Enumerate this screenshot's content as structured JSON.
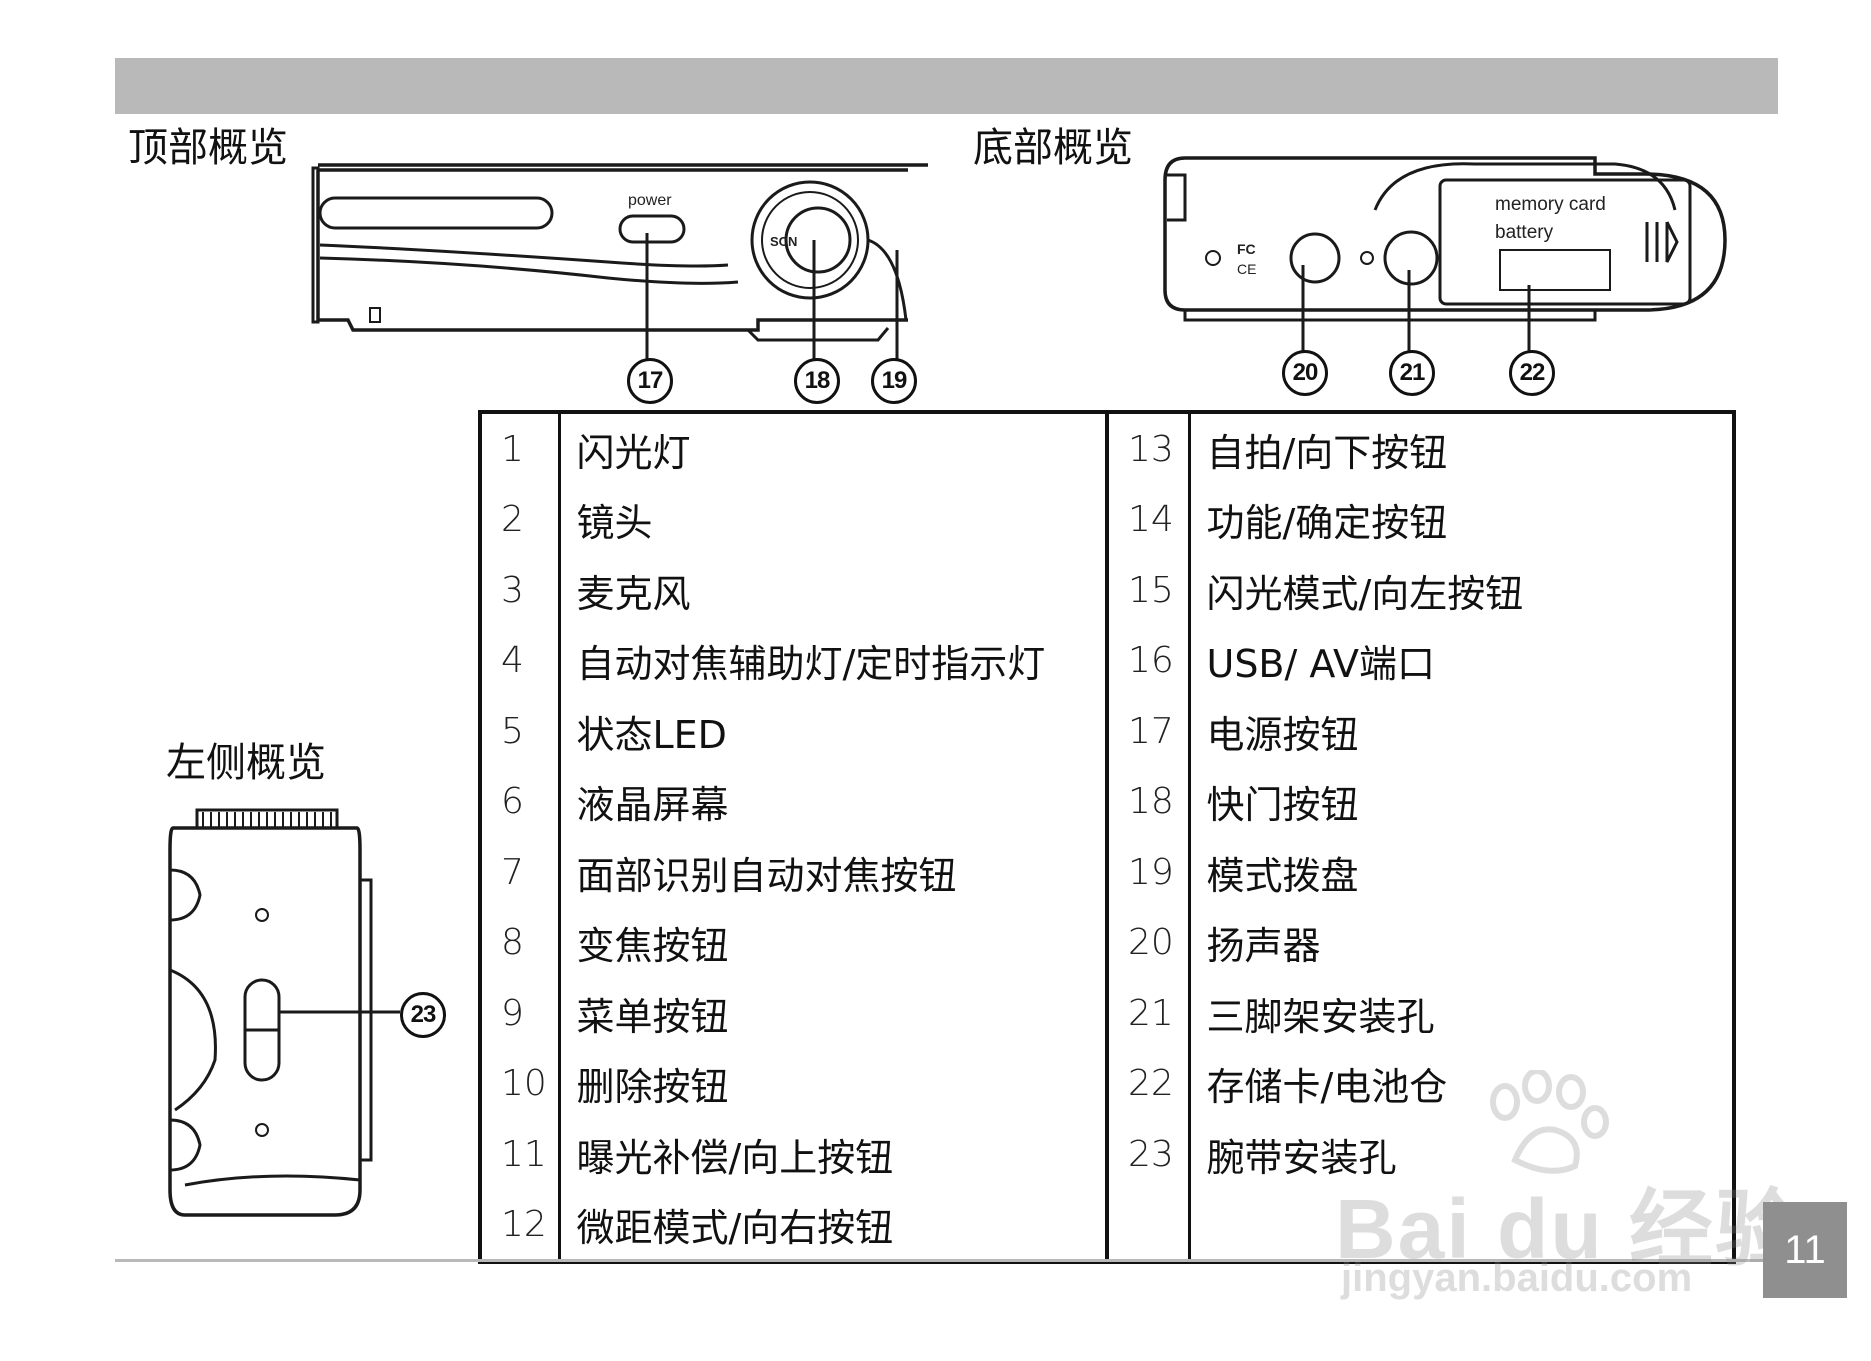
{
  "sections": {
    "top": "顶部概览",
    "bottom": "底部概览",
    "left": "左侧概览"
  },
  "camera_top_labels": {
    "power": "power",
    "scn": "SCN"
  },
  "camera_bottom_labels": {
    "memory_card": "memory card",
    "battery": "battery"
  },
  "callouts": {
    "c17": "17",
    "c18": "18",
    "c19": "19",
    "c20": "20",
    "c21": "21",
    "c22": "22",
    "c23": "23"
  },
  "parts": [
    {
      "num": "1",
      "name": "闪光灯"
    },
    {
      "num": "2",
      "name": "镜头"
    },
    {
      "num": "3",
      "name": "麦克风"
    },
    {
      "num": "4",
      "name": "自动对焦辅助灯/定时指示灯"
    },
    {
      "num": "5",
      "name": "状态LED"
    },
    {
      "num": "6",
      "name": "液晶屏幕"
    },
    {
      "num": "7",
      "name": "面部识别自动对焦按钮"
    },
    {
      "num": "8",
      "name": "变焦按钮"
    },
    {
      "num": "9",
      "name": "菜单按钮"
    },
    {
      "num": "10",
      "name": "删除按钮"
    },
    {
      "num": "11",
      "name": "曝光补偿/向上按钮"
    },
    {
      "num": "12",
      "name": "微距模式/向右按钮"
    },
    {
      "num": "13",
      "name": "自拍/向下按钮"
    },
    {
      "num": "14",
      "name": "功能/确定按钮"
    },
    {
      "num": "15",
      "name": "闪光模式/向左按钮"
    },
    {
      "num": "16",
      "name": "USB/ AV端口"
    },
    {
      "num": "17",
      "name": "电源按钮"
    },
    {
      "num": "18",
      "name": "快门按钮"
    },
    {
      "num": "19",
      "name": "模式拨盘"
    },
    {
      "num": "20",
      "name": "扬声器"
    },
    {
      "num": "21",
      "name": "三脚架安装孔"
    },
    {
      "num": "22",
      "name": "存储卡/电池仓"
    },
    {
      "num": "23",
      "name": "腕带安装孔"
    }
  ],
  "page_number": "11",
  "watermark": {
    "brand": "Bai du 经验",
    "url": "jingyan.baidu.com"
  }
}
